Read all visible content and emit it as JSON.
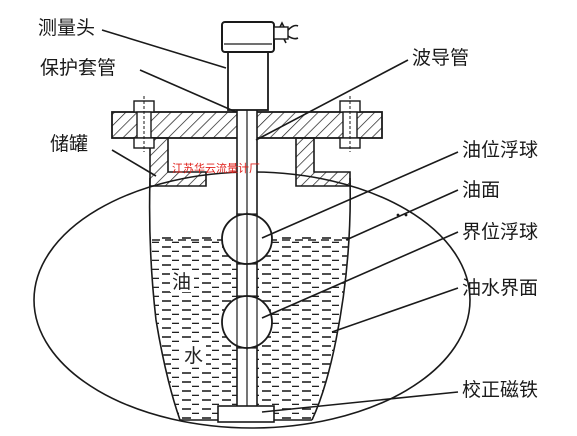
{
  "labels": {
    "measuring_head": "测量头",
    "protective_tube": "保护套管",
    "waveguide": "波导管",
    "storage_tank": "储罐",
    "oil_float": "油位浮球",
    "oil_surface": "油面",
    "interface_float": "界位浮球",
    "oil_water_interface": "油水界面",
    "calibration_magnet": "校正磁铁",
    "oil": "油",
    "water": "水"
  },
  "watermark": "江苏华云流量计厂",
  "colors": {
    "ink": "#1a1a1a",
    "watermark": "#e0201b"
  }
}
